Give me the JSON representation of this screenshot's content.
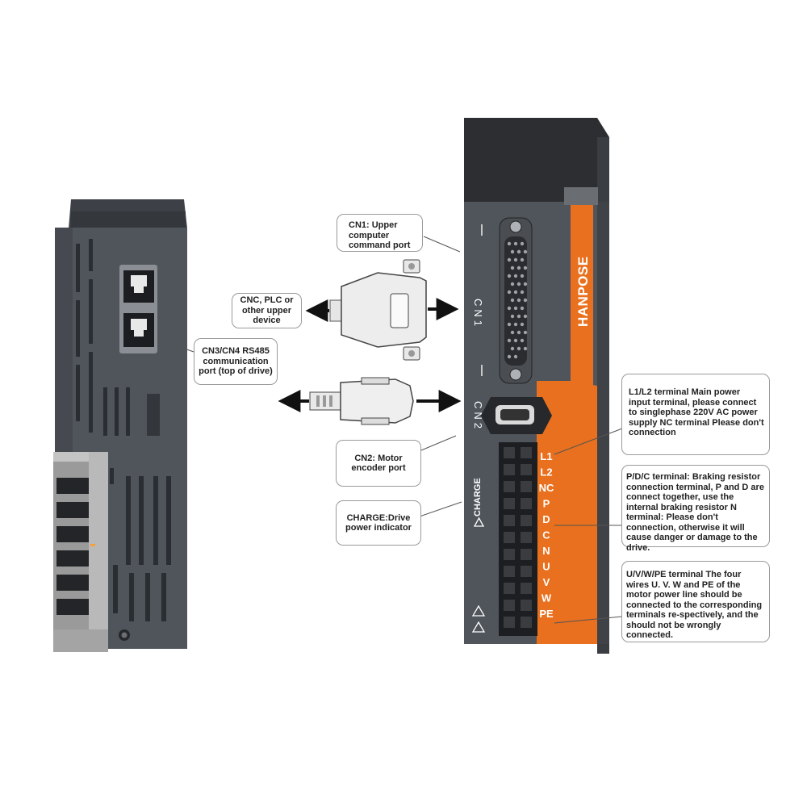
{
  "colors": {
    "drive_body": "#50555c",
    "drive_dark": "#3b3f45",
    "accent_orange": "#e8701e",
    "heatsink": "#8f8f8f",
    "callout_border": "#9a9a9a"
  },
  "brand": "HANPOSE",
  "side_drive": {
    "icons": [
      "rj45-port-icon",
      "rj45-port-icon",
      "screw-icon"
    ]
  },
  "front_drive": {
    "connector_labels": {
      "cn1": "CN1",
      "cn2": "CN2"
    },
    "charge_label": "CHARGE",
    "terminal_labels": [
      "L1",
      "L2",
      "NC",
      "P",
      "D",
      "C",
      "N",
      "U",
      "V",
      "W",
      "PE"
    ],
    "icons": [
      "db44-connector-icon",
      "encoder-port-icon",
      "terminal-block-icon",
      "warning-icon",
      "warning-icon",
      "warning-icon"
    ]
  },
  "connectors": {
    "icons": [
      "db-plug-icon",
      "encoder-plug-icon",
      "arrow-left-icon",
      "arrow-right-icon"
    ]
  },
  "callouts": {
    "cn1": "CN1: Upper computer command port",
    "cnc": "CNC, PLC or other upper device",
    "cn3cn4": "CN3/CN4 RS485 communication port (top of drive)",
    "cn2": "CN2: Motor encoder port",
    "charge": "CHARGE:Drive power indicator",
    "l1l2": "L1/L2 terminal Main power input terminal, please connect to singlephase 220V AC power supply NC terminal Please don't connection",
    "pdc": "P/D/C terminal: Braking resistor connection terminal, P and D are connect together, use the internal braking resistor N terminal: Please don't connection, otherwise it will cause danger or damage to the drive.",
    "uvw": "U/V/W/PE terminal The four wires U. V. W and PE of the motor power line should be connected to the corresponding terminals re-spectively, and the should not be wrongly connected."
  }
}
